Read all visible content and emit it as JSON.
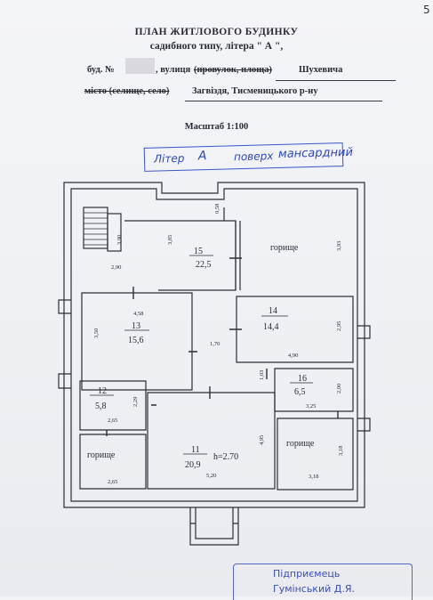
{
  "page_number": "5",
  "header": {
    "title": "ПЛАН ЖИТЛОВОГО БУДИНКУ",
    "subtitle_pre": "садибного типу, літера \" А \",",
    "bud_label": "буд. №",
    "street_prefix": ", вулиця",
    "street_struck": "(провулок, площа)",
    "street_value": "Шухевича",
    "city_struck": "місто (селище, село)",
    "city_value": "Загвіздя, Тисменицького р-ну",
    "scale": "Масштаб 1:100"
  },
  "stamp": {
    "liter_label": "Літер",
    "liter_value": "А",
    "floor_label": "поверх",
    "floor_value": "мансардний"
  },
  "rooms": [
    {
      "id": "15",
      "num": "15",
      "area": "22,5"
    },
    {
      "id": "attic1",
      "label": "горище"
    },
    {
      "id": "14",
      "num": "14",
      "area": "14,4"
    },
    {
      "id": "13",
      "num": "13",
      "area": "15,6"
    },
    {
      "id": "16",
      "num": "16",
      "area": "6,5"
    },
    {
      "id": "12",
      "num": "12",
      "area": "5,8"
    },
    {
      "id": "11",
      "num": "11",
      "area": "20,9",
      "height": "h=2.70"
    },
    {
      "id": "attic2",
      "label": "горище"
    },
    {
      "id": "attic3",
      "label": "горище"
    }
  ],
  "dimensions": {
    "d_058": "0,58",
    "d_390": "3,90",
    "d_385": "3,85",
    "d_393": "3,93",
    "d_290": "2,90",
    "d_458": "4,58",
    "d_350": "3,50",
    "d_170": "1,70",
    "d_295": "2,95",
    "d_490": "4,90",
    "d_103": "1,03",
    "d_200": "2,00",
    "d_325": "3,25",
    "d_229": "2,29",
    "d_265a": "2,65",
    "d_265b": "2,65",
    "d_495": "4,95",
    "d_520": "5,20",
    "d_318v": "3,18",
    "d_318h": "3,18"
  },
  "signature": {
    "line1": "Підприємець",
    "line2": "Гумінський Д.Я."
  },
  "colors": {
    "stamp_blue": "#3b55c9",
    "ink": "#2a2a32"
  }
}
